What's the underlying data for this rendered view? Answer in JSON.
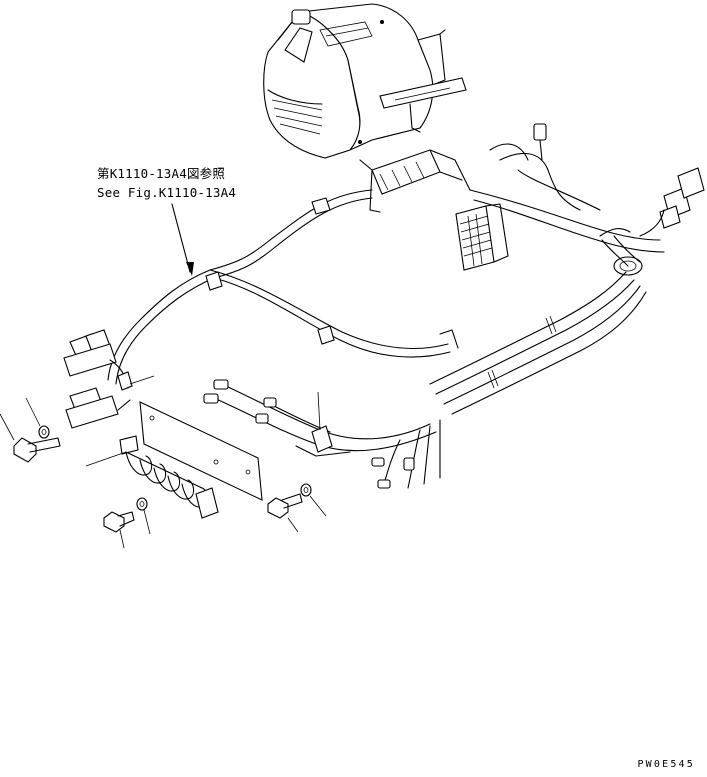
{
  "reference_note": {
    "line_jp": "第K1110-13A4図参照",
    "line_en": "See Fig.K1110-13A4"
  },
  "drawing_code": "PW0E545"
}
